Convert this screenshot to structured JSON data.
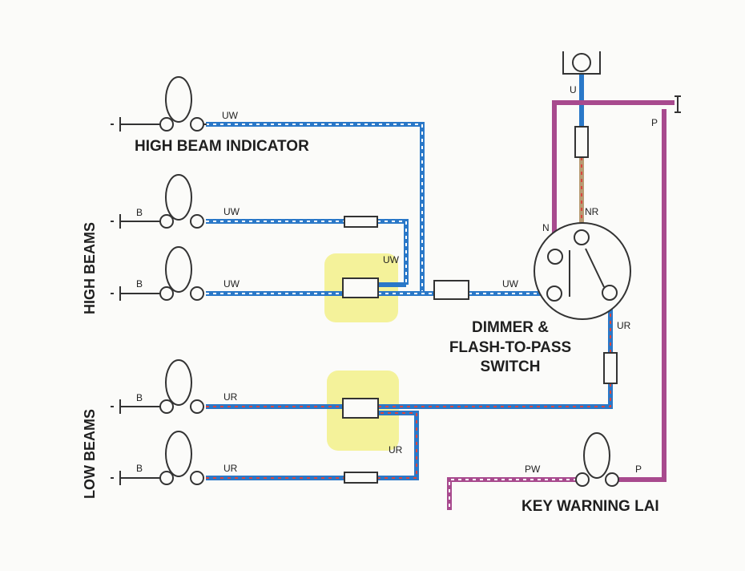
{
  "labels": {
    "high_beam_indicator": "HIGH BEAM INDICATOR",
    "high_beams": "HIGH BEAMS",
    "low_beams": "LOW BEAMS",
    "dimmer_line1": "DIMMER &",
    "dimmer_line2": "FLASH-TO-PASS",
    "dimmer_line3": "SWITCH",
    "key_warning": "KEY WARNING LAI"
  },
  "wire_codes": {
    "uw": "UW",
    "ur": "UR",
    "b": "B",
    "u": "U",
    "p": "P",
    "n": "N",
    "nr": "NR",
    "pw": "PW"
  },
  "colors": {
    "blue": "#2a78c8",
    "white_tracer": "#ffffff",
    "red_tracer": "#d9463e",
    "purple": "#a84a8e",
    "tan": "#b89b73",
    "highlight": "#f2f08a"
  }
}
